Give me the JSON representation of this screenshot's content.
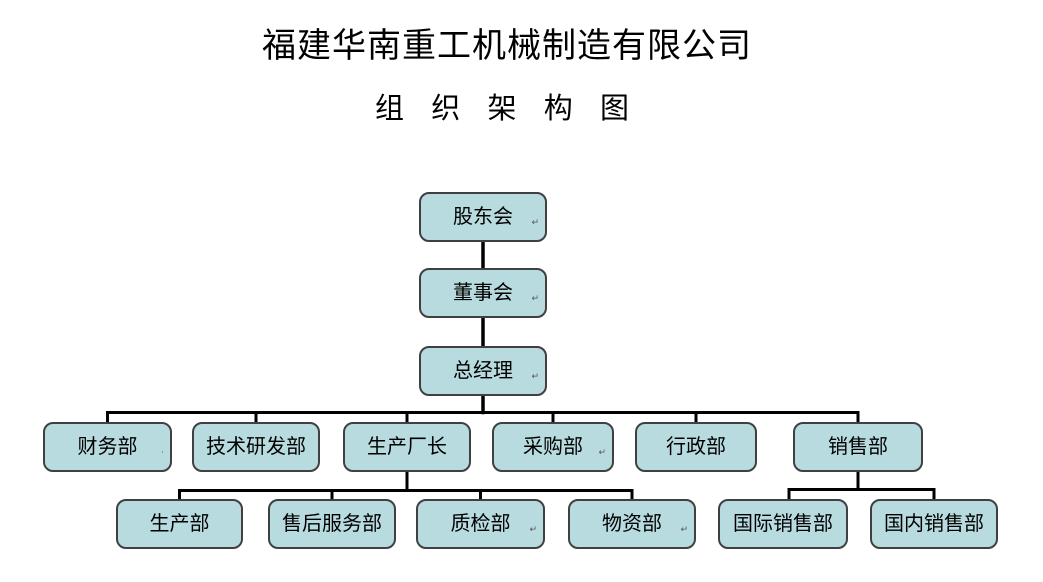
{
  "header": {
    "title": "福建华南重工机械制造有限公司",
    "subtitle": "组 织 架 构 图"
  },
  "org": {
    "nodes": [
      {
        "id": "shareholders-meeting",
        "label": "股东会",
        "parent": null,
        "level": 1,
        "mark": "↵"
      },
      {
        "id": "board-of-directors",
        "label": "董事会",
        "parent": "shareholders-meeting",
        "level": 2,
        "mark": "↵"
      },
      {
        "id": "general-manager",
        "label": "总经理",
        "parent": "board-of-directors",
        "level": 3,
        "mark": "↵"
      },
      {
        "id": "finance-dept",
        "label": "财务部",
        "parent": "general-manager",
        "level": 4,
        "mark": "·"
      },
      {
        "id": "tech-rd-dept",
        "label": "技术研发部",
        "parent": "general-manager",
        "level": 4,
        "mark": ""
      },
      {
        "id": "production-director",
        "label": "生产厂长",
        "parent": "general-manager",
        "level": 4,
        "mark": ""
      },
      {
        "id": "purchasing-dept",
        "label": "采购部",
        "parent": "general-manager",
        "level": 4,
        "mark": "↵"
      },
      {
        "id": "admin-dept",
        "label": "行政部",
        "parent": "general-manager",
        "level": 4,
        "mark": ""
      },
      {
        "id": "sales-dept",
        "label": "销售部",
        "parent": "general-manager",
        "level": 4,
        "mark": ""
      },
      {
        "id": "production-dept",
        "label": "生产部",
        "parent": "production-director",
        "level": 5,
        "mark": ""
      },
      {
        "id": "after-sales-service-dept",
        "label": "售后服务部",
        "parent": "production-director",
        "level": 5,
        "mark": ""
      },
      {
        "id": "quality-inspection-dept",
        "label": "质检部",
        "parent": "production-director",
        "level": 5,
        "mark": "↵"
      },
      {
        "id": "materials-dept",
        "label": "物资部",
        "parent": "production-director",
        "level": 5,
        "mark": "↵"
      },
      {
        "id": "international-sales-dept",
        "label": "国际销售部",
        "parent": "sales-dept",
        "level": 5,
        "mark": ""
      },
      {
        "id": "domestic-sales-dept",
        "label": "国内销售部",
        "parent": "sales-dept",
        "level": 5,
        "mark": ""
      }
    ]
  },
  "colors": {
    "node_fill": "#b8dbe0",
    "node_border": "#404040",
    "connector": "#000000",
    "text": "#000000",
    "background": "#ffffff"
  }
}
